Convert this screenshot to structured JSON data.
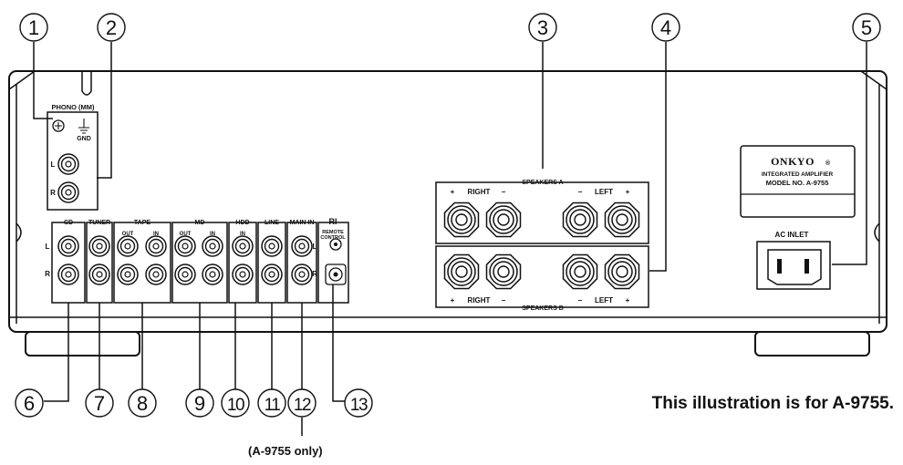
{
  "callouts": [
    "1",
    "2",
    "3",
    "4",
    "5",
    "6",
    "7",
    "8",
    "9",
    "10",
    "11",
    "12",
    "13"
  ],
  "labels": {
    "phono": "PHONO (MM)",
    "gnd": "GND",
    "speakers_a": "SPEAKERS A",
    "speakers_b": "SPEAKERS B",
    "right": "RIGHT",
    "left": "LEFT",
    "plus": "+",
    "minus": "−",
    "L": "L",
    "R": "R",
    "cd": "CD",
    "tuner": "TUNER",
    "tape": "TAPE",
    "md": "MD",
    "hdd": "HDD",
    "line": "LINE",
    "main_in": "MAIN IN",
    "ri": "RI",
    "remote_control_1": "REMOTE",
    "remote_control_2": "CONTROL",
    "out": "OUT",
    "in": "IN",
    "ac_inlet": "AC INLET",
    "brand": "ONKYO",
    "registered": "®",
    "product_type": "INTEGRATED AMPLIFIER",
    "model_no": "MODEL NO. A-9755"
  },
  "note": "This illustration is for A-9755.",
  "note_model_only": "(A-9755 only)"
}
